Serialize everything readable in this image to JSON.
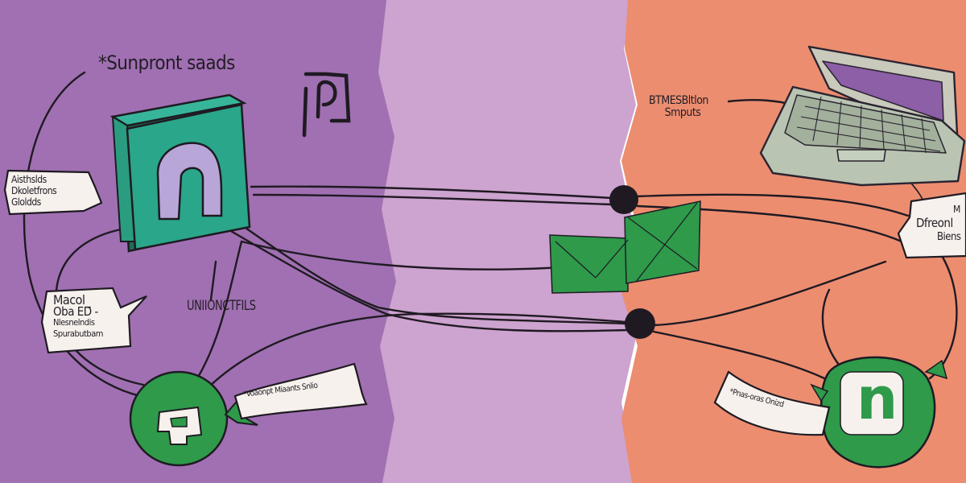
{
  "colors": {
    "left_panel": "#a070b2",
    "middle_panel": "#cda3cf",
    "right_panel": "#ec8d70",
    "green": "#2e9a4a",
    "teal": "#2aa68a",
    "ink": "#1f1a22",
    "lavender": "#b8a6d8",
    "paper": "#f6f1ec"
  },
  "icons": {
    "hub_book": "book-icon",
    "p_glyph": "letter-p-icon",
    "envelope": "envelope-icon",
    "laptop": "laptop-icon",
    "node_left": "green-node-icon",
    "node_right": "green-node-n-icon",
    "junction_top": "junction-dot-icon",
    "junction_bottom": "junction-dot-icon"
  },
  "labels": {
    "top_heading": "*Sunpront saads",
    "middle_label": "UNIIONCTFILS",
    "laptop_label_line1": "BTMESBltlon",
    "laptop_label_line2": "Smputs"
  },
  "bubbles": {
    "left_top": [
      "Aisthslds",
      "Dkoletfrons",
      "Gloldds"
    ],
    "left_mid": [
      "Macol_",
      "Obа ED -",
      "Nlesnelndis",
      "Spurabutbam"
    ],
    "right_mid": [
      "M",
      "Dfreonl",
      "Biens"
    ],
    "left_banner": "*Voaonpt Miaants Snlio",
    "right_banner": "*Pnas-oras Onizd"
  },
  "node_right_letter": "n"
}
